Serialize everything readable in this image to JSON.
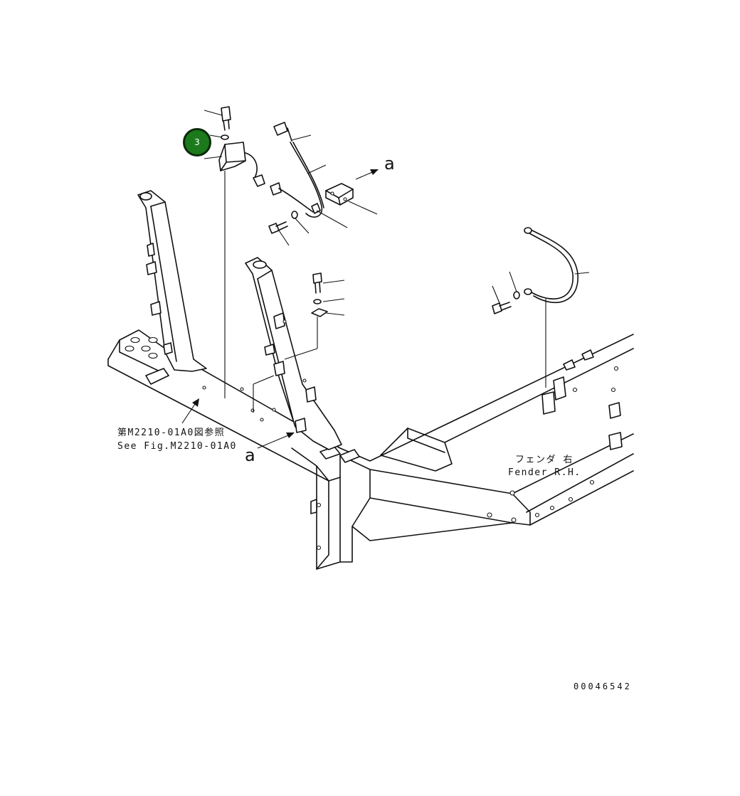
{
  "callout_number": "3",
  "reference_label_jp": "第M2210-01A0図参照",
  "reference_label_en": "See Fig.M2210-01A0",
  "section_marker_top": "a",
  "section_marker_bottom": "a",
  "fender_label_jp": "フェンダ 右",
  "fender_label_en": "Fender R.H.",
  "drawing_number": "00046542"
}
